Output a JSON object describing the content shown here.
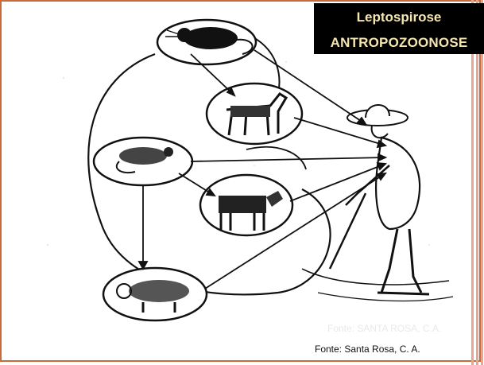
{
  "title": {
    "line1": "Leptospirose",
    "line2": "ANTROPOZOONOSE"
  },
  "figure": {
    "ghost_credit": "Fonte: SANTA ROSA, C.A."
  },
  "caption": "Fonte: Santa Rosa, C. A.",
  "colors": {
    "title_bg": "#000000",
    "title_text": "#f5e6b0",
    "border_accent": "#c96a3a",
    "side_bars": "#e8a58f"
  },
  "icons": [
    "rat-icon",
    "dog-icon",
    "rodent-icon",
    "cow-icon",
    "pig-icon",
    "farmer-icon"
  ]
}
